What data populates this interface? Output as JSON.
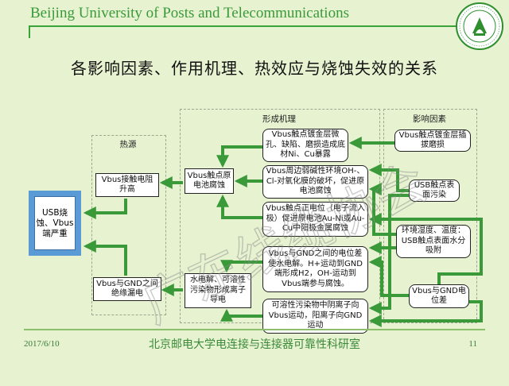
{
  "header": {
    "title": "Beijing University of Posts and Telecommunications"
  },
  "slide_title": "各影响因素、作用机理、热效应与烧蚀失效的关系",
  "regions": {
    "heat_source": "热源",
    "mechanism": "形成机理",
    "factors": "影响因素"
  },
  "nodes": {
    "usb_burn": "USB烧蚀、Vbus端严重",
    "contact_resistance": "Vbus接触电阻升高",
    "insulation_leak": "Vbus与GND之间绝缘漏电",
    "vbus_corrosion": "Vbus触点原电池腐蚀",
    "electrolysis": "水电解、可溶性污染物形成离子导电",
    "plating_defects": "Vbus触点镀金层微孔、缺陷、磨损造成底材Ni、Cu暴露",
    "alkaline_env": "Vbus周边弱碱性环境OH-、Cl-对氧化膜的破坏，促进原电池腐蚀",
    "positive_potential": "Vbus触点正电位（电子流入极）促进原电池Au-Ni或Au-Cu中阳极金属腐蚀",
    "potential_diff_electrolysis": "Vbus与GND之间的电位差使水电解。H+运动到GND端形成H2，OH-运动到Vbus端参与腐蚀。",
    "ion_migration": "可溶性污染物中阴离子向Vbus运动，阳离子向GND运动",
    "plug_wear": "Vbus触点镀金层插拔磨损",
    "surface_contamination": "USB触点表面污染",
    "humidity_temp": "环境湿度、温度：USB触点表面水分吸附",
    "potential_difference": "Vbus与GND电位差"
  },
  "footer": {
    "date": "2017/6/10",
    "center": "北京邮电大学电连接与连接器可靠性科研室",
    "page": "11"
  },
  "watermark_text": "广东线缆协会",
  "colors": {
    "accent": "#39a339",
    "arrow": "#3a9a3a",
    "usb_frame": "#5b9bd5",
    "background": "#e6f2d0"
  }
}
